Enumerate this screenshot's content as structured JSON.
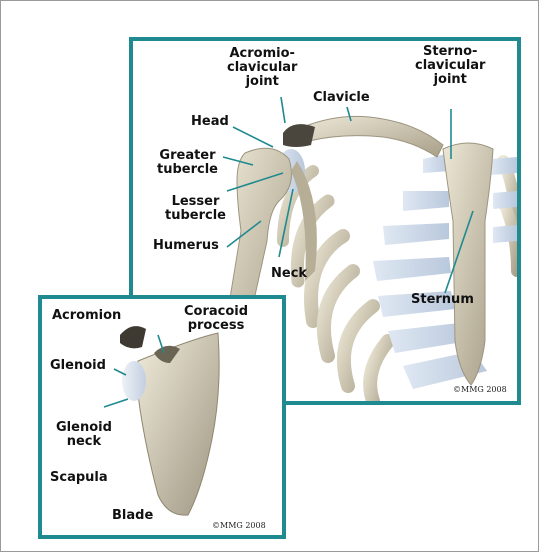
{
  "colors": {
    "frame": "#1f8a8f",
    "bone": "#d8d2bf",
    "bone_shadow": "#9d9580",
    "cartilage": "#c9d6e6",
    "leader": "#1f8a8f"
  },
  "main": {
    "labels": {
      "acromioclavicular_joint": [
        "Acromio-",
        "clavicular",
        "joint"
      ],
      "clavicle": "Clavicle",
      "sternoclavicular_joint": [
        "Sterno-",
        "clavicular",
        "joint"
      ],
      "head": "Head",
      "greater_tubercle": [
        "Greater",
        "tubercle"
      ],
      "lesser_tubercle": [
        "Lesser",
        "tubercle"
      ],
      "humerus": "Humerus",
      "neck": "Neck",
      "sternum": "Sternum"
    },
    "copyright": "©MMG 2008"
  },
  "inset": {
    "labels": {
      "acromion": "Acromion",
      "coracoid_process": [
        "Coracoid",
        "process"
      ],
      "glenoid": "Glenoid",
      "glenoid_neck": [
        "Glenoid",
        "neck"
      ],
      "scapula": "Scapula",
      "blade": "Blade"
    },
    "copyright": "©MMG 2008"
  }
}
